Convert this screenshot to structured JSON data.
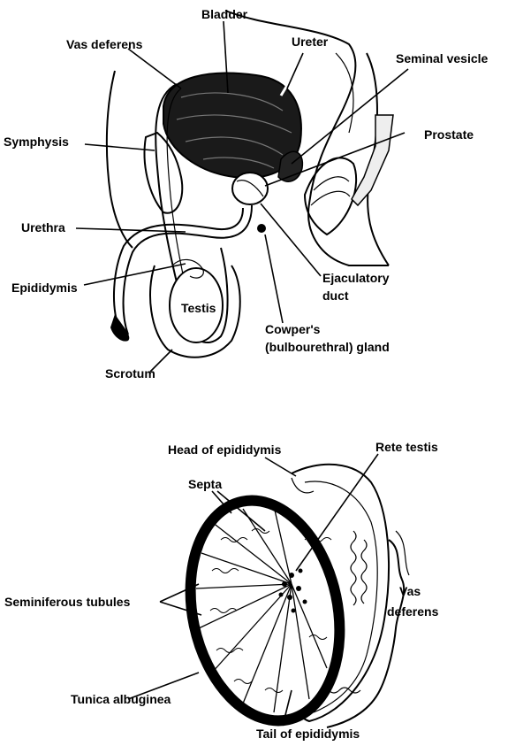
{
  "upper_labels": {
    "bladder": "Bladder",
    "vas_deferens": "Vas deferens",
    "ureter": "Ureter",
    "seminal_vesicle": "Seminal vesicle",
    "symphysis": "Symphysis",
    "prostate": "Prostate",
    "urethra": "Urethra",
    "epididymis": "Epididymis",
    "testis": "Testis",
    "ejaculatory_line1": "Ejaculatory",
    "ejaculatory_line2": "duct",
    "cowpers_line1": "Cowper's",
    "cowpers_line2": "(bulbourethral) gland",
    "scrotum": "Scrotum"
  },
  "lower_labels": {
    "head_of_epididymis": "Head of epididymis",
    "rete_testis": "Rete testis",
    "septa": "Septa",
    "seminiferous_tubules": "Seminiferous tubules",
    "vas_line1": "Vas",
    "vas_line2": "deferens",
    "tunica_albuginea": "Tunica albuginea",
    "tail_of_epididymis": "Tail of epididymis"
  }
}
